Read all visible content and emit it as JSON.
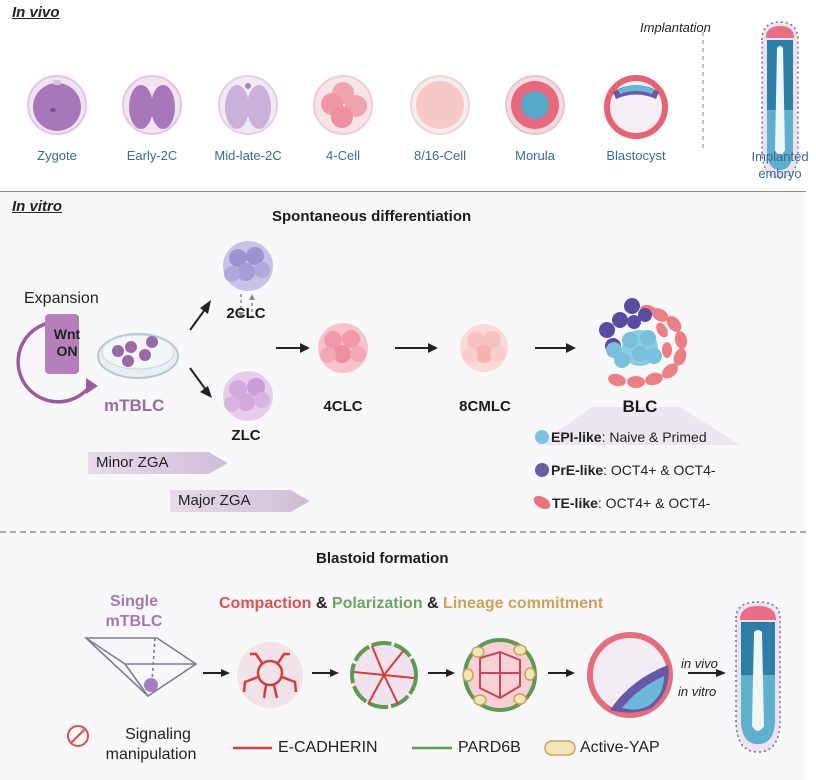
{
  "in_vivo": {
    "title": "In vivo",
    "implantation_label": "Implantation",
    "stages": [
      {
        "label": "Zygote"
      },
      {
        "label": "Early-2C"
      },
      {
        "label": "Mid-late-2C"
      },
      {
        "label": "4-Cell"
      },
      {
        "label": "8/16-Cell"
      },
      {
        "label": "Morula"
      },
      {
        "label": "Blastocyst"
      },
      {
        "label_line1": "Implanted",
        "label_line2": "embryo"
      }
    ]
  },
  "in_vitro": {
    "title": "In vitro",
    "heading": "Spontaneous differentiation",
    "expansion_label": "Expansion",
    "wnt_line1": "Wnt",
    "wnt_line2": "ON",
    "mtblc_label": "mTBLC",
    "nodes": {
      "twoclc": "2CLC",
      "zlc": "ZLC",
      "fourclc": "4CLC",
      "eightcmlc": "8CMLC",
      "blc": "BLC"
    },
    "zga": {
      "minor": "Minor ZGA",
      "major": "Major ZGA"
    },
    "legend": [
      {
        "name": "EPI-like",
        "desc": ": Naive & Primed",
        "color": "#7cc3dd"
      },
      {
        "name": "PrE-like",
        "desc": ": OCT4+ & OCT4-",
        "color": "#6b5aa8"
      },
      {
        "name": "TE-like",
        "desc": ": OCT4+ & OCT4-",
        "color": "#e8727a"
      }
    ]
  },
  "blastoid": {
    "heading": "Blastoid formation",
    "single_line1": "Single",
    "single_line2": "mTBLC",
    "process": {
      "compaction": "Compaction",
      "amp1": " & ",
      "polarization": "Polarization",
      "amp2": " & ",
      "lineage": "Lineage commitment"
    },
    "signaling_line1": "Signaling",
    "signaling_line2": "manipulation",
    "in_vivo_label": "in vivo",
    "in_vitro_label": "in vitro",
    "legend": {
      "ecadherin": "E-CADHERIN",
      "pard6b": "PARD6B",
      "yap": "Active-YAP"
    }
  },
  "colors": {
    "compaction": "#d9534f",
    "polarization": "#6fa35f",
    "lineage": "#c9a25c",
    "stage_label": "#3a6a8c",
    "mtblc": "#9b6aa6"
  }
}
